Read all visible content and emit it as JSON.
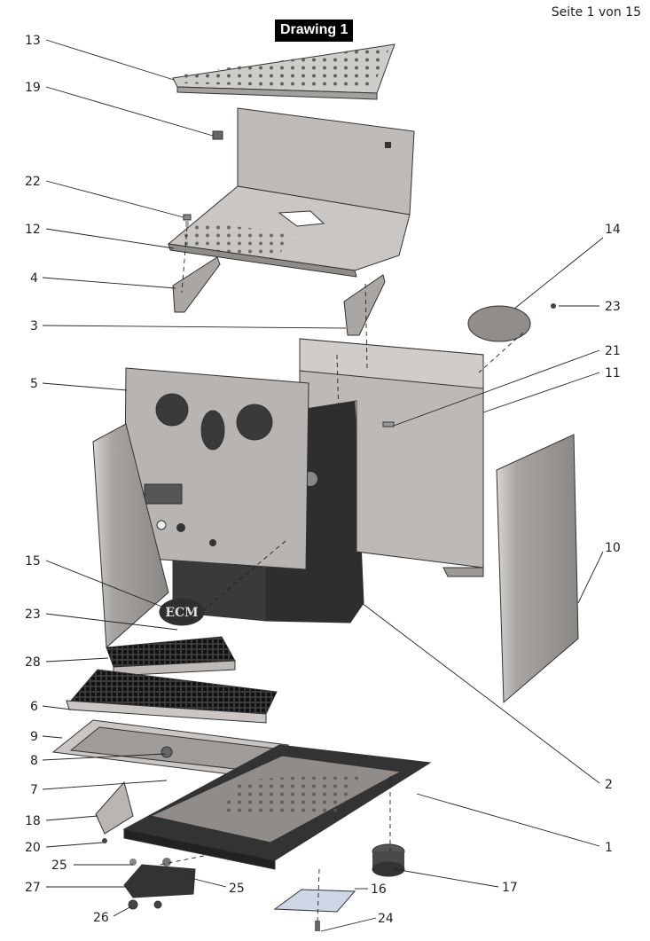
{
  "header": {
    "page_label": "Seite 1 von 15",
    "title": "Drawing 1"
  },
  "callouts": [
    {
      "id": "13",
      "text": "13"
    },
    {
      "id": "19",
      "text": "19"
    },
    {
      "id": "22",
      "text": "22"
    },
    {
      "id": "12",
      "text": "12"
    },
    {
      "id": "4",
      "text": "4"
    },
    {
      "id": "3",
      "text": "3"
    },
    {
      "id": "5",
      "text": "5"
    },
    {
      "id": "15",
      "text": "15"
    },
    {
      "id": "23a",
      "text": "23"
    },
    {
      "id": "28",
      "text": "28"
    },
    {
      "id": "6",
      "text": "6"
    },
    {
      "id": "9",
      "text": "9"
    },
    {
      "id": "8",
      "text": "8"
    },
    {
      "id": "7",
      "text": "7"
    },
    {
      "id": "18",
      "text": "18"
    },
    {
      "id": "20",
      "text": "20"
    },
    {
      "id": "25a",
      "text": "25"
    },
    {
      "id": "27",
      "text": "27"
    },
    {
      "id": "26",
      "text": "26"
    },
    {
      "id": "25b",
      "text": "25"
    },
    {
      "id": "16",
      "text": "16"
    },
    {
      "id": "24",
      "text": "24"
    },
    {
      "id": "17",
      "text": "17"
    },
    {
      "id": "1",
      "text": "1"
    },
    {
      "id": "2",
      "text": "2"
    },
    {
      "id": "10",
      "text": "10"
    },
    {
      "id": "11",
      "text": "11"
    },
    {
      "id": "21",
      "text": "21"
    },
    {
      "id": "23b",
      "text": "23"
    },
    {
      "id": "14",
      "text": "14"
    }
  ],
  "logo": {
    "text": "ECM"
  },
  "colors": {
    "metal": "#b9b6b3",
    "metal_dark": "#8e8b88",
    "frame": "#2b2b2b",
    "filter": "#cfd6e6"
  }
}
